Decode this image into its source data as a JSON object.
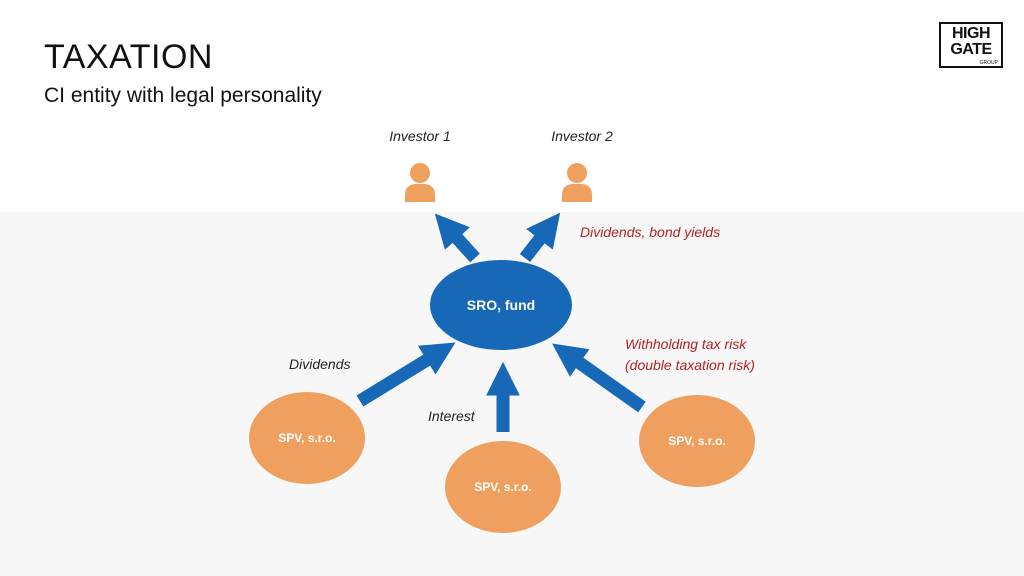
{
  "slide": {
    "title": "TAXATION",
    "subtitle": "CI entity with legal personality"
  },
  "logo": {
    "line1": "HIGH",
    "line2": "GATE",
    "line3": "GROUP"
  },
  "colors": {
    "fund": "#1769b8",
    "spv": "#f0a05e",
    "investor": "#f0a05e",
    "arrow": "#1769b8",
    "red_label": "#b22222"
  },
  "investors": [
    {
      "label": "Investor 1",
      "icon": "person-icon"
    },
    {
      "label": "Investor 2",
      "icon": "person-icon"
    }
  ],
  "fund": {
    "label": "SRO, fund"
  },
  "spvs": [
    {
      "label": "SPV, s.r.o."
    },
    {
      "label": "SPV, s.r.o."
    },
    {
      "label": "SPV, s.r.o."
    }
  ],
  "flow_labels": {
    "dividends_bond_yields": "Dividends, bond yields",
    "dividends": "Dividends",
    "interest": "Interest",
    "withholding_line1": "Withholding tax risk",
    "withholding_line2": "(double taxation risk)"
  }
}
